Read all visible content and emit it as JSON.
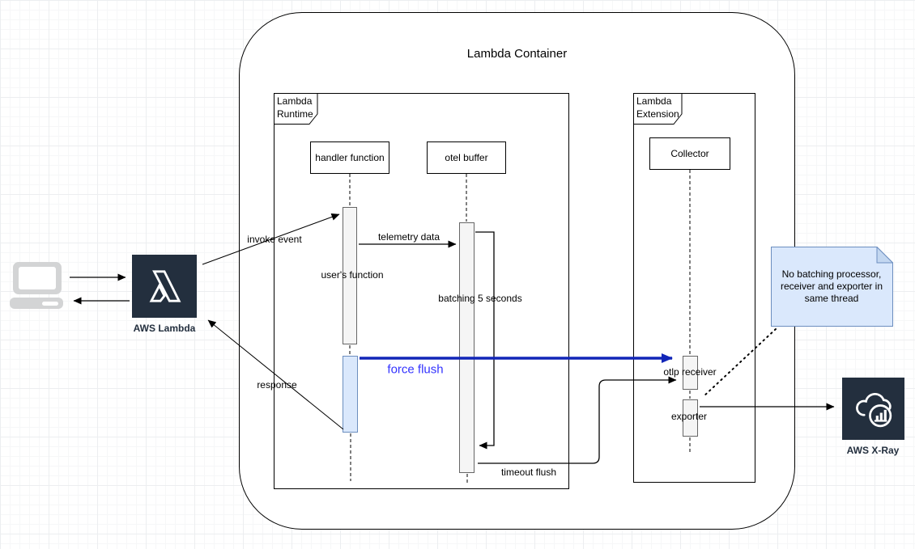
{
  "container": {
    "title": "Lambda Container"
  },
  "frames": {
    "runtime": {
      "label": "Lambda Runtime"
    },
    "extension": {
      "label": "Lambda Extension"
    }
  },
  "participants": {
    "handler": "handler function",
    "otel": "otel buffer",
    "collector": "Collector"
  },
  "labels": {
    "users_function": "user's function",
    "batching": "batching 5 seconds",
    "otlp_receiver": "otlp receiver",
    "exporter": "exporter"
  },
  "messages": {
    "invoke": "invoke event",
    "telemetry": "telemetry data",
    "force_flush": "force flush",
    "response": "response",
    "timeout_flush": "timeout flush"
  },
  "note": {
    "text": "No batching processor, receiver and exporter in same thread"
  },
  "nodes": {
    "aws_lambda": {
      "caption": "AWS Lambda"
    },
    "aws_xray": {
      "caption": "AWS X-Ray"
    }
  },
  "colors": {
    "aws_dark": "#232F3E",
    "note_fill": "#dae8fc",
    "note_border": "#6c8ebf",
    "activation_fill": "#f5f5f5",
    "activation_border": "#666666",
    "force_flush_arrow": "#1226b8",
    "force_flush_text": "#3333ff"
  }
}
